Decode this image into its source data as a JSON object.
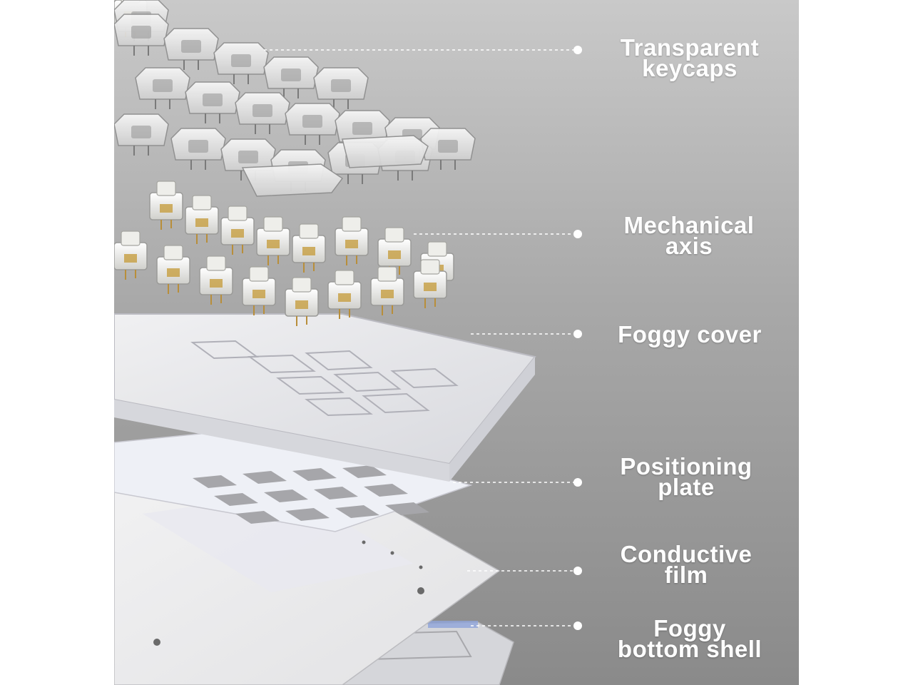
{
  "callouts": [
    {
      "lines": [
        "Transparent",
        "keycaps"
      ],
      "icon": "keycaps-layer"
    },
    {
      "lines": [
        "Mechanical",
        "axis"
      ],
      "icon": "switch-layer"
    },
    {
      "lines": [
        "Foggy cover"
      ],
      "icon": "cover-layer"
    },
    {
      "lines": [
        "Positioning",
        "plate"
      ],
      "icon": "plate-layer"
    },
    {
      "lines": [
        "Conductive",
        "film"
      ],
      "icon": "film-layer"
    },
    {
      "lines": [
        "Foggy",
        "bottom shell"
      ],
      "icon": "shell-layer"
    }
  ],
  "colors": {
    "background_top": "#c9c9c9",
    "background_bottom": "#8a8a8a",
    "label_text": "#ffffff",
    "leader_line": "#ffffff",
    "switch_contact": "#c8a24a"
  }
}
